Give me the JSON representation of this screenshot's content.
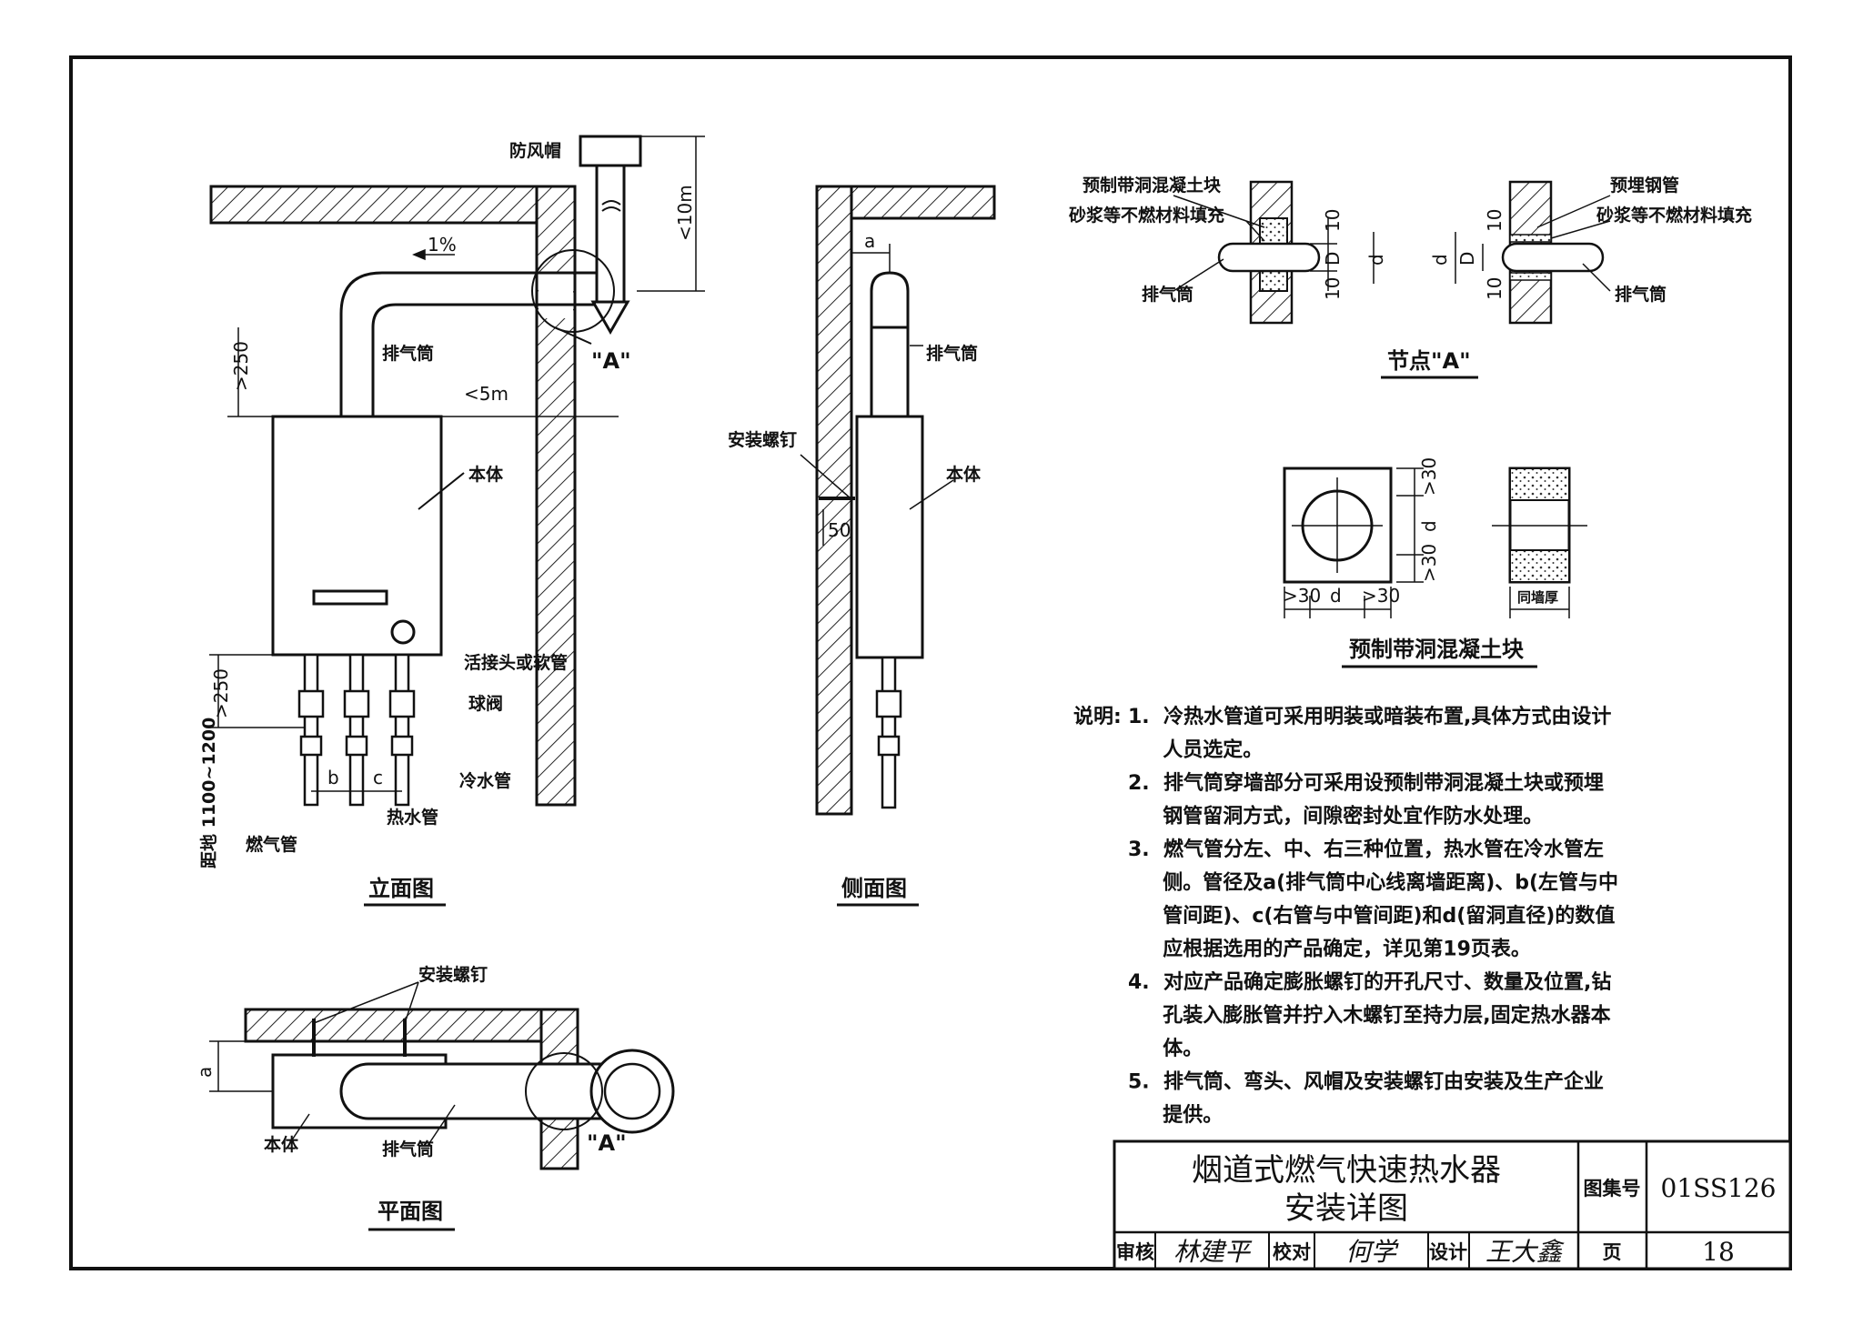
{
  "elevation": {
    "title": "立面图",
    "label_windcap": "防风帽",
    "label_exhaust": "排气筒",
    "label_body": "本体",
    "label_union": "活接头或软管",
    "label_ballvalve": "球阀",
    "label_coldpipe": "冷水管",
    "label_hotpipe": "热水管",
    "label_gaspipe": "燃气管",
    "dim_slope": "1%",
    "dim_top_250": ">250",
    "dim_5m": "<5m",
    "dim_10m": "<10m",
    "dim_bottom_250": ">250",
    "dim_height": "距地 1100~1200",
    "mark_b": "b",
    "mark_c": "c",
    "node_ref": "\"A\""
  },
  "side": {
    "title": "侧面图",
    "label_exhaust": "排气筒",
    "label_screw": "安装螺钉",
    "label_body": "本体",
    "dim_a": "a",
    "dim_50": "50"
  },
  "plan": {
    "title": "平面图",
    "label_screw": "安装螺钉",
    "label_body": "本体",
    "label_exhaust": "排气筒",
    "dim_a": "a",
    "node_ref": "\"A\""
  },
  "node": {
    "title": "节点\"A\"",
    "label_block": "预制带洞混凝土块",
    "label_mortar_left": "砂浆等不燃材料填充",
    "label_exhaust_left": "排气筒",
    "label_steel": "预埋钢管",
    "label_mortar_right": "砂浆等不燃材料填充",
    "label_exhaust_right": "排气筒",
    "dim_10": "10",
    "dim_D": "D",
    "dim_d": "d"
  },
  "block": {
    "title": "预制带洞混凝土块",
    "dim_30": ">30",
    "dim_d": "d",
    "label_wall": "同墙厚"
  },
  "notes": {
    "prefix": "说明:",
    "lines": [
      "1.  冷热水管道可采用明装或暗装布置,具体方式由设计",
      "     人员选定。",
      "2.  排气筒穿墙部分可采用设预制带洞混凝土块或预埋",
      "     钢管留洞方式，间隙密封处宜作防水处理。",
      "3.  燃气管分左、中、右三种位置，热水管在冷水管左",
      "     侧。管径及a(排气筒中心线离墙距离)、b(左管与中",
      "     管间距)、c(右管与中管间距)和d(留洞直径)的数值",
      "     应根据选用的产品确定，详见第19页表。",
      "4.  对应产品确定膨胀螺钉的开孔尺寸、数量及位置,钻",
      "     孔装入膨胀管并拧入木螺钉至持力层,固定热水器本",
      "     体。",
      "5.  排气筒、弯头、风帽及安装螺钉由安装及生产企业",
      "     提供。"
    ]
  },
  "titleblock": {
    "title_line1": "烟道式燃气快速热水器",
    "title_line2": "安装详图",
    "atlas_key": "图集号",
    "atlas_val": "01SS126",
    "review_key": "审核",
    "review_sig": "林建平",
    "check_key": "校对",
    "check_sig": "何学",
    "design_key": "设计",
    "design_sig": "王大鑫",
    "page_key": "页",
    "page_val": "18"
  }
}
